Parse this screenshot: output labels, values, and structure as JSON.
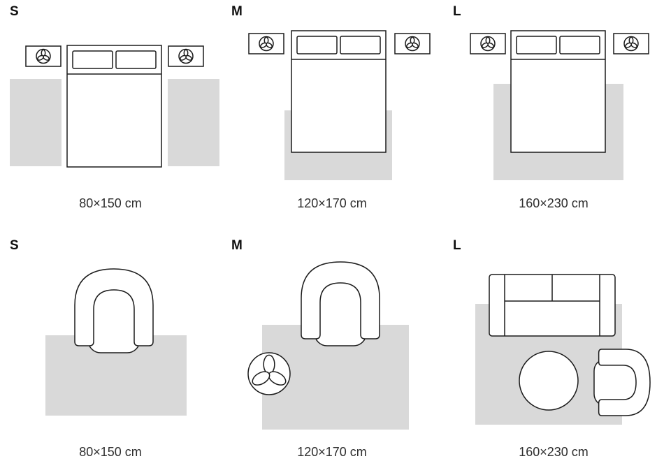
{
  "colors": {
    "rug": "#d9d9d9",
    "outline": "#1b1b1b",
    "furniture_fill": "#ffffff",
    "label": "#0f0f0f",
    "size_text": "#2e2e2e",
    "background": "#ffffff"
  },
  "icons": {
    "plant": "three-petal-plant-top-view-in-circle",
    "nightstand": "bedside-table-with-plant-top-view",
    "bed": "double-bed-with-two-pillows-top-view",
    "armchair": "armchair-top-view",
    "sofa": "two-seat-sofa-top-view",
    "coffee_table": "round-coffee-table-top-view"
  },
  "sections": [
    {
      "name": "bedroom",
      "panels": [
        {
          "label": "S",
          "size": "80×150 cm",
          "scene": "bed-with-two-side-runner-rugs"
        },
        {
          "label": "M",
          "size": "120×170 cm",
          "scene": "bed-with-rug-under-foot"
        },
        {
          "label": "L",
          "size": "160×230 cm",
          "scene": "bed-with-large-rug"
        }
      ]
    },
    {
      "name": "living-room",
      "panels": [
        {
          "label": "S",
          "size": "80×150 cm",
          "scene": "armchair-on-rug"
        },
        {
          "label": "M",
          "size": "120×170 cm",
          "scene": "armchair-and-plant-on-rug"
        },
        {
          "label": "L",
          "size": "160×230 cm",
          "scene": "sofa-coffee-table-armchair-on-rug"
        }
      ]
    }
  ]
}
